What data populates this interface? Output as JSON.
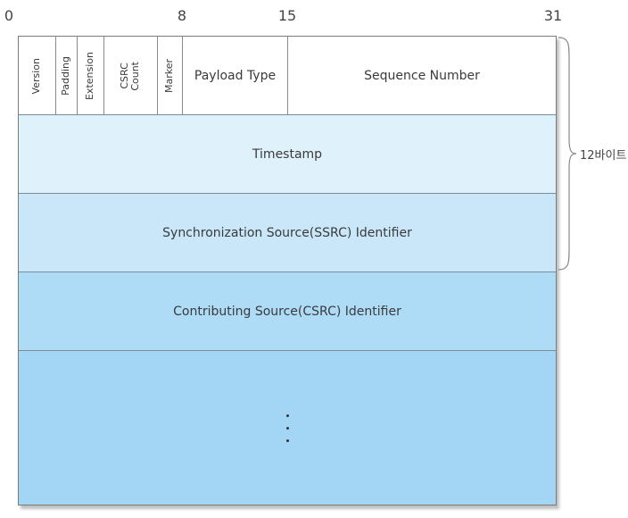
{
  "bit_scale": [
    "0",
    "8",
    "15",
    "31"
  ],
  "header_fields": {
    "version": "Version",
    "padding": "Padding",
    "extension": "Extension",
    "csrc_count_line1": "CSRC",
    "csrc_count_line2": "Count",
    "marker": "Marker",
    "payload_type": "Payload Type",
    "sequence_number": "Sequence Number"
  },
  "rows": {
    "timestamp": "Timestamp",
    "ssrc": "Synchronization Source(SSRC) Identifier",
    "csrc": "Contributing Source(CSRC) Identifier"
  },
  "brace_label": "12바이트",
  "colors": {
    "header_bg": "#ffffff",
    "timestamp_bg": "#dff1fb",
    "ssrc_bg": "#c9e7f8",
    "csrc_bg": "#aedcf6",
    "continuation_bg": "#a2d6f4"
  }
}
